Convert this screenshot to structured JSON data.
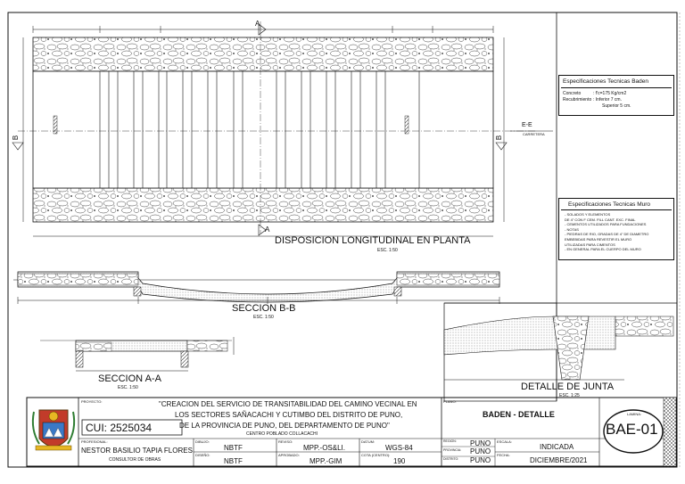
{
  "plan": {
    "title": "DISPOSICION LONGITUDINAL EN PLANTA",
    "scale": "ESC. 1:50",
    "section_marks": {
      "a_top": "A",
      "a_bottom": "A",
      "b_left": "B",
      "b_right": "B"
    },
    "slope_label": "E-E",
    "slope_note": "CARRETERA"
  },
  "spec_baden": {
    "title": "Especificaciones Tecnicas Baden",
    "rows": [
      {
        "key": "Concreto",
        "val": ": f'c=175 Kg/cm2"
      },
      {
        "key": "Recubrimiento",
        "val": ": Inferior 7 cm."
      },
      {
        "key": "",
        "val": "Superior 5 cm."
      }
    ]
  },
  "spec_muro": {
    "title": "Especificaciones Tecnicas Muro",
    "lines": [
      "- SOLADOS Y ELEMENTOS",
      "  DE 4\" CON F CEM. FILL CANT. EXC. FINAL",
      "- CEMENTOS UTILIZADOS PARA FUNDACIONES",
      "- NOTAS",
      "  - PIEDRAS DE RIO, GRADAS DE 4\" DE DIAMETRO",
      "    EMBEBIDAS PARA REVESTIR EL MURO",
      "    UTILIZADAS PARA CIMENTOS",
      "  - EN GENERAL PARA EL CUERPO DEL MURO"
    ]
  },
  "section_bb": {
    "title": "SECCION B-B",
    "scale": "ESC. 1:50"
  },
  "section_aa": {
    "title": "SECCION A-A",
    "scale": "ESC. 1:50"
  },
  "detail": {
    "title": "DETALLE DE JUNTA",
    "scale": "ESC. 1:25"
  },
  "title_block": {
    "proyecto_label": "PROYECTO:",
    "project_title_lines": [
      "\"CREACION DEL SERVICIO DE TRANSITABILIDAD DEL CAMINO VECINAL EN",
      "LOS SECTORES SAÑACACHI Y CUTIMBO DEL DISTRITO DE PUNO,",
      "DE LA PROVINCIA DE PUNO, DEL DEPARTAMENTO DE PUNO\""
    ],
    "centro_poblado": "CENTRO POBLADO COLLACACHI",
    "cui": "CUI: 2525034",
    "profesional_label": "PROFESIONAL:",
    "profesional_name": "NESTOR BASILIO TAPIA FLORES",
    "profesional_role": "CONSULTOR DE OBRAS",
    "dibujo_label": "DIBUJO:",
    "dibujo_value": "NBTF",
    "diseno_label": "DISEÑO:",
    "diseno_value": "NBTF",
    "reviso_label": "REVISO:",
    "reviso_value": "MPP.-OS&LI.",
    "aprobado_label": "APROBADO:",
    "aprobado_value": "MPP.-GIM",
    "datum_label": "DATUM:",
    "datum_value": "WGS-84",
    "cota_label": "COTA (CENTRO):",
    "cota_value": "190",
    "plano_label": "PLANO:",
    "plano_title": "BADEN - DETALLE",
    "lamina_label": "LAMINA:",
    "lamina_code": "BAE-01",
    "region_label": "REGION:",
    "region_value": "PUNO",
    "provincia_label": "PROVINCIA:",
    "provincia_value": "PUNO",
    "distrito_label": "DISTRITO:",
    "distrito_value": "PUNO",
    "escala_label": "ESCALA:",
    "escala_value": "INDICADA",
    "fecha_label": "FECHA:",
    "fecha_value": "DICIEMBRE/2021"
  }
}
